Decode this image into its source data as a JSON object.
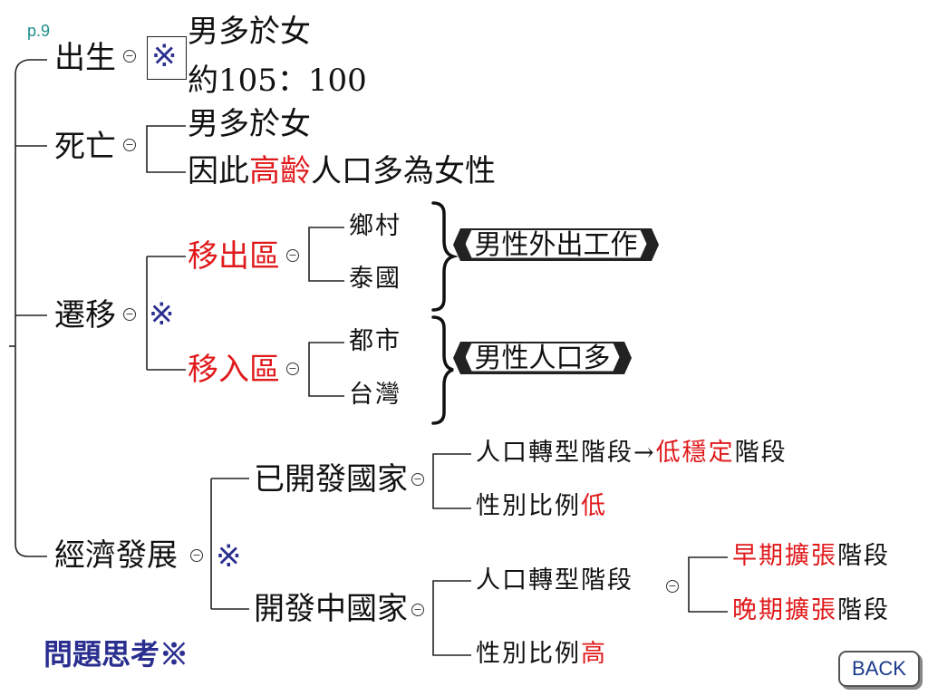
{
  "page": "p.9",
  "mark": "※",
  "birth": {
    "label": "出生",
    "line1": "男多於女",
    "line2": "約105：100"
  },
  "death": {
    "label": "死亡",
    "line1": "男多於女",
    "line2_pre": "因此",
    "line2_red": "高齡",
    "line2_post": "人口多為女性"
  },
  "migration": {
    "label": "遷移",
    "out": {
      "label": "移出區",
      "items": [
        "鄉村",
        "泰國"
      ],
      "note": "男性外出工作"
    },
    "in": {
      "label": "移入區",
      "items": [
        "都市",
        "台灣"
      ],
      "note": "男性人口多"
    }
  },
  "economy": {
    "label": "經濟發展",
    "developed": {
      "label": "已開發國家",
      "stage_pre": "人口轉型階段→",
      "stage_red": "低穩定",
      "stage_post": "階段",
      "ratio_pre": "性別比例",
      "ratio_red": "低"
    },
    "developing": {
      "label": "開發中國家",
      "stage": "人口轉型階段",
      "early_red": "早期擴張",
      "early_post": "階段",
      "late_red": "晚期擴張",
      "late_post": "階段",
      "ratio_pre": "性別比例",
      "ratio_red": "高"
    }
  },
  "question": "問題思考※",
  "back_label": "BACK",
  "colors": {
    "red": "#e0191b",
    "blue": "#2a2f8f",
    "page": "#1f8e8e"
  }
}
